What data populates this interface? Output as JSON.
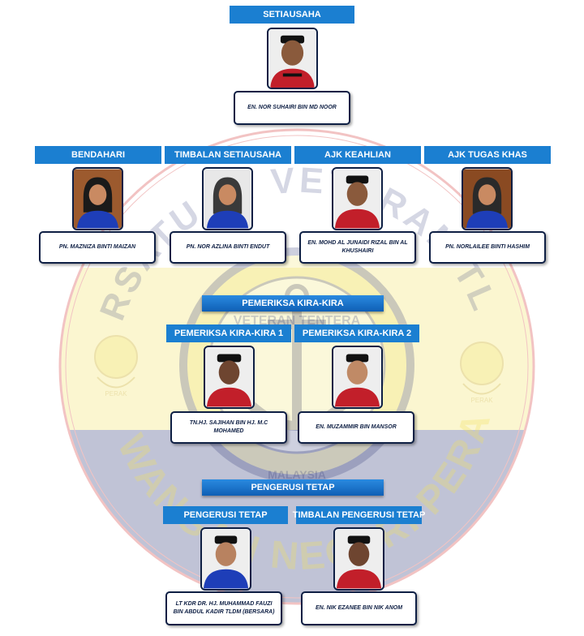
{
  "colors": {
    "header": "#1b7fd1",
    "border": "#0e1f44",
    "watermark_red": "#d22d2d",
    "watermark_yellow": "#f2e25a",
    "watermark_navy": "#1f2a6e"
  },
  "watermark": {
    "top_text": "PERSATUAN VETERAN TLDM",
    "bottom_text": "CAWANGAN NEGERI PERAK",
    "emblem_text": "VETERAN TENTERA",
    "emblem_sub": "MALAYSIA",
    "side_label": "PERAK"
  },
  "setiausaha": {
    "title": "SETIAUSAHA",
    "name": "EN. NOR SUHAIRI  BIN MD NOOR"
  },
  "row2": [
    {
      "title": "BENDAHARI",
      "name": "PN. MAZNIZA BINTI  MAIZAN"
    },
    {
      "title": "TIMBALAN SETIAUSAHA",
      "name": "PN. NOR AZLINA BINTI ENDUT"
    },
    {
      "title": "AJK KEAHLIAN",
      "name": "EN. MOHD AL JUNAIDI  RIZAL BIN AL KHUSHAIRI"
    },
    {
      "title": "AJK TUGAS KHAS",
      "name": "PN. NORLAILEE BINTI  HASHIM"
    }
  ],
  "pemeriksa": {
    "section": "PEMERIKSA KIRA-KIRA",
    "members": [
      {
        "title": "PEMERIKSA KIRA-KIRA 1",
        "name": "TN.HJ.  SAJIHAN  BIN  HJ.  M.C MOHAMED"
      },
      {
        "title": "PEMERIKSA KIRA-KIRA 2",
        "name": "EN.  MUZAMMIR  BIN  MANSOR"
      }
    ]
  },
  "pengerusi": {
    "section": "PENGERUSI TETAP",
    "members": [
      {
        "title": "PENGERUSI TETAP",
        "name": "LT KDR DR. HJ.  MUHAMMAD FAUZI BIN ABDUL  KADIR  TLDM (BERSARA)"
      },
      {
        "title": "TIMBALAN PENGERUSI TETAP",
        "name": "EN. NIK EZANEE BIN NIK ANOM"
      }
    ]
  },
  "icons": {
    "person": "person-photo-icon",
    "emblem": "veteran-emblem-icon",
    "crest": "perak-crest-icon"
  }
}
